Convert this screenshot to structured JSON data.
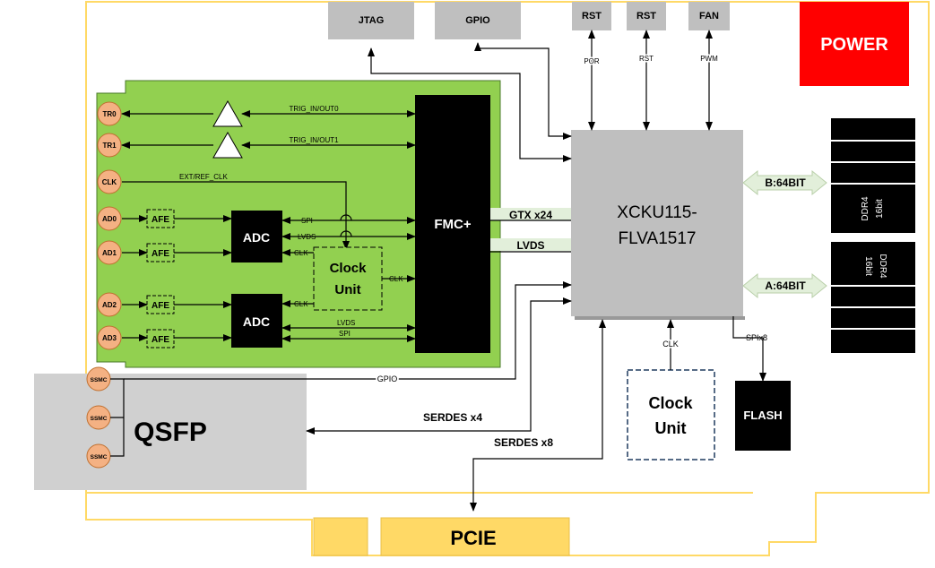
{
  "header_connectors": {
    "jtag": "JTAG",
    "gpio": "GPIO",
    "rst1": "RST",
    "rst2": "RST",
    "fan": "FAN"
  },
  "power": "POWER",
  "fmc": {
    "connector": "FMC+",
    "ports": {
      "tr0": "TR0",
      "tr1": "TR1",
      "clk": "CLK",
      "ad0": "AD0",
      "ad1": "AD1",
      "ad2": "AD2",
      "ad3": "AD3"
    },
    "afe": [
      "AFE",
      "AFE",
      "AFE",
      "AFE"
    ],
    "adc": [
      "ADC",
      "ADC"
    ],
    "clock_unit": "Clock Unit",
    "signals": {
      "trig0": "TRIG_IN/OUT0",
      "trig1": "TRIG_IN/OUT1",
      "ext_ref_clk": "EXT/REF_CLK",
      "spi1": "SPI",
      "lvds1": "LVDS",
      "clk1": "CLK",
      "clk2": "CLK",
      "clk_out": "CLK",
      "lvds2": "LVDS",
      "spi2": "SPI"
    }
  },
  "links": {
    "gtx": "GTX x24",
    "lvds": "LVDS",
    "por": "POR",
    "rst": "RST",
    "pwm": "PWM",
    "gpio": "GPIO",
    "serdes4": "SERDES x4",
    "serdes8": "SERDES x8",
    "clk": "CLK",
    "spi": "SPIx8",
    "b64": "B:64BIT",
    "a64": "A:64BIT"
  },
  "fpga": {
    "line1": "XCKU115-",
    "line2": "FLVA1517"
  },
  "ddr_top": {
    "line1": "DDR4",
    "line2": "16bit"
  },
  "ddr_bottom": {
    "line1": "DDR4",
    "line2": "16bit"
  },
  "clock_unit": "Clock Unit",
  "flash": "FLASH",
  "qsfp": {
    "label": "QSFP",
    "ports": [
      "SSMC",
      "SSMC",
      "SSMC"
    ]
  },
  "pcie": "PCIE",
  "colors": {
    "board_outline": "#FFD966",
    "fmc_board": "#92D050",
    "fpga": "#BFBFBF",
    "power": "#FF0000",
    "pcie": "#FFD966",
    "arrow_fill": "#E2EFDA"
  }
}
